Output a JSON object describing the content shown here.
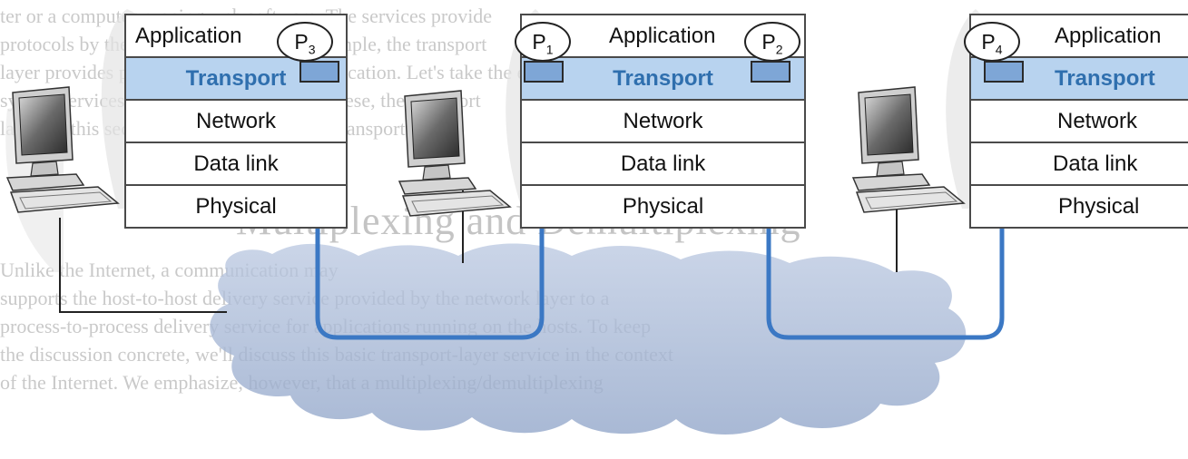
{
  "background_text": {
    "lines": [
      "ter or a computer running web software. The services provide",
      "protocols by the application layer. For example, the transport",
      "layer provides process-to-process communication. Let's take the example",
      "system services by the network layer. Of these, the transport",
      "layer. In this section, we will see how the transport layer",
      "",
      "",
      "Unlike the Internet, a communication may",
      "supports the host-to-host delivery service provided by the network layer to a",
      "process-to-process delivery service for applications running on the hosts. To keep",
      "the discussion concrete, we'll discuss this basic transport-layer service in the context",
      "of the Internet. We emphasize, however, that a multiplexing/demultiplexing"
    ],
    "heading": "Multiplexing and Demultiplexing"
  },
  "stacks": [
    {
      "layers": [
        "Application",
        "Transport",
        "Network",
        "Data link",
        "Physical"
      ],
      "processes": [
        {
          "label": "P",
          "sub": "3"
        }
      ]
    },
    {
      "layers": [
        "Application",
        "Transport",
        "Network",
        "Data link",
        "Physical"
      ],
      "processes": [
        {
          "label": "P",
          "sub": "1"
        },
        {
          "label": "P",
          "sub": "2"
        }
      ]
    },
    {
      "layers": [
        "Application",
        "Transport",
        "Network",
        "Data link",
        "Physical"
      ],
      "processes": [
        {
          "label": "P",
          "sub": "4"
        }
      ]
    }
  ],
  "colors": {
    "transport_fill": "#b8d3ef",
    "transport_text": "#2f6fae",
    "socket_fill": "#7ea6d6",
    "arrow": "#3b78c4",
    "cloud": "#a9b9d6"
  },
  "icons": [
    "computer-icon",
    "computer-icon",
    "computer-icon"
  ]
}
